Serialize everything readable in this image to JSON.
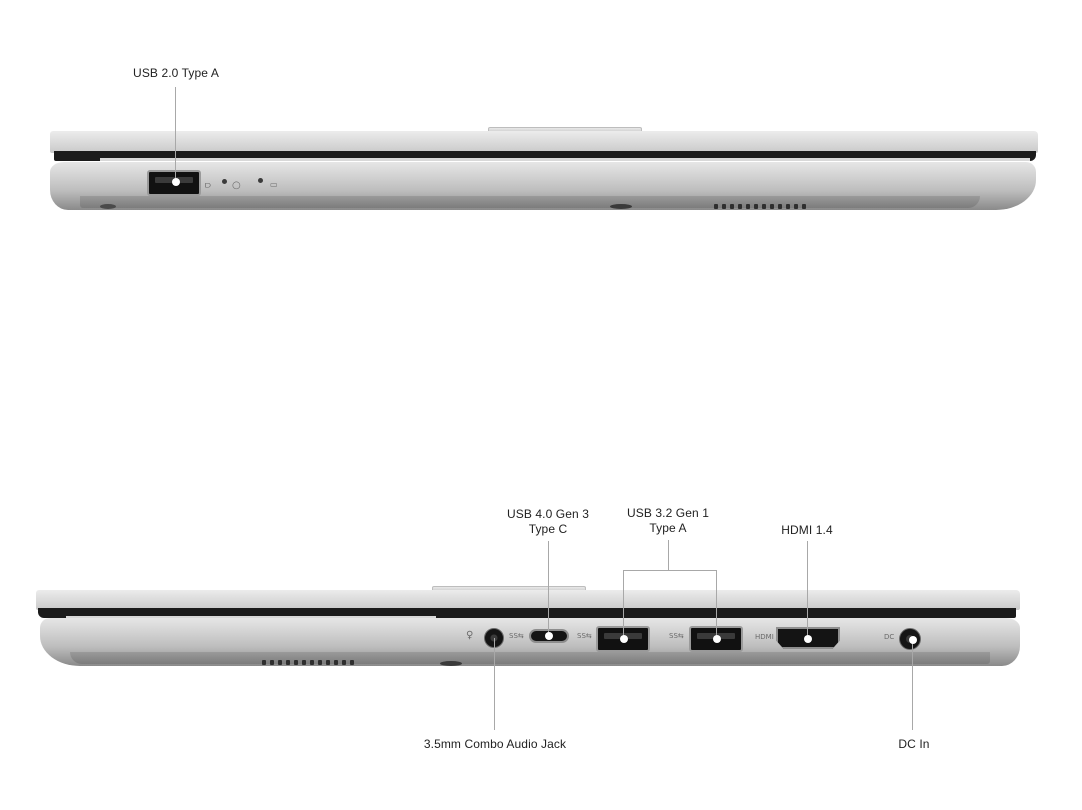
{
  "top_view": {
    "side": "left",
    "callouts": [
      {
        "id": "usb-2-type-a",
        "label": "USB 2.0 Type A"
      }
    ],
    "port_glyphs": {
      "usb": "USB symbol",
      "power_led": "power-indicator",
      "battery_led": "battery-indicator"
    }
  },
  "bottom_view": {
    "side": "right",
    "callouts": [
      {
        "id": "usb-4-type-c",
        "label_line1": "USB 4.0 Gen 3",
        "label_line2": "Type C"
      },
      {
        "id": "usb-32-type-a",
        "label_line1": "USB 3.2 Gen 1",
        "label_line2": "Type A"
      },
      {
        "id": "hdmi",
        "label": "HDMI 1.4"
      },
      {
        "id": "audio-jack",
        "label": "3.5mm Combo Audio Jack"
      },
      {
        "id": "dc-in",
        "label": "DC In"
      }
    ],
    "port_glyphs": {
      "headset": "♀",
      "ss_usb_c": "SS⇆",
      "ss_usb_a1": "SS⇆",
      "ss_usb_a2": "SS⇆",
      "hdmi": "HDMI",
      "dc": "DC"
    }
  },
  "colors": {
    "background": "#ffffff",
    "label_text": "#222222",
    "leader_line": "#a8a8a8",
    "chassis_light": "#e6e6e6",
    "chassis_dark": "#8a8a8a",
    "bezel": "#1b1b1b",
    "port": "#141414"
  }
}
